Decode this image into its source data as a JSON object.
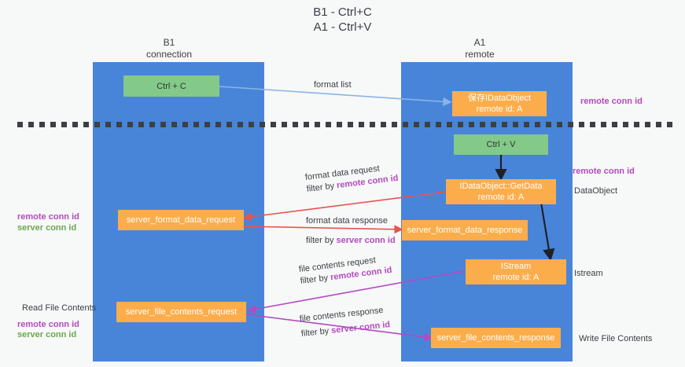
{
  "title": {
    "line1": "B1 - Ctrl+C",
    "line2": "A1 - Ctrl+V"
  },
  "columns": [
    {
      "name": "B1",
      "role": "connection"
    },
    {
      "name": "A1",
      "role": "remote"
    }
  ],
  "boxes": {
    "ctrl_c": {
      "label": "Ctrl + C"
    },
    "ctrl_v": {
      "label": "Ctrl + V"
    },
    "save_idataobject": {
      "line1": "保存IDataObject",
      "line2": "remote id: A"
    },
    "getdata": {
      "line1": "IDataObject::GetData",
      "line2": "remote id: A"
    },
    "istream": {
      "line1": "IStream",
      "line2": "remote id: A"
    },
    "server_format_data_request": {
      "label": "server_format_data_request"
    },
    "server_format_data_response": {
      "label": "server_format_data_response"
    },
    "server_file_contents_request": {
      "label": "server_file_contents_request"
    },
    "server_file_contents_response": {
      "label": "server_file_contents_response"
    }
  },
  "flows": {
    "format_list": {
      "label": "format list"
    },
    "format_data_request": {
      "line1": "format data request",
      "filter_prefix": "filter by ",
      "filter_key": "remote conn id"
    },
    "format_data_response": {
      "line1": "format data response",
      "filter_prefix": "filter by ",
      "filter_key": "server conn id"
    },
    "file_contents_request": {
      "line1": "file contents request",
      "filter_prefix": "filter by ",
      "filter_key": "remote conn id"
    },
    "file_contents_response": {
      "line1": "file contents response",
      "filter_prefix": "filter by ",
      "filter_key": "server conn id"
    }
  },
  "annotations": {
    "right_remote_conn_id_top": "remote conn id",
    "right_remote_conn_id_mid": "remote conn id",
    "right_dataobject": "DataObject",
    "right_istream": "Istream",
    "right_write_file_contents": "Write File Contents",
    "left_remote_conn_id_mid": "remote conn id",
    "left_server_conn_id_mid": "server conn id",
    "left_read_file_contents": "Read File Contents",
    "left_remote_conn_id_bottom": "remote conn id",
    "left_server_conn_id_bottom": "server conn id"
  },
  "colors": {
    "lane": "#4885d9",
    "box_orange": "#fbad4b",
    "box_green": "#83c98a",
    "accent_purple": "#b44ac0",
    "accent_green": "#6aa84f",
    "arrow_red": "#e8534f",
    "arrow_blue": "#8ab4e8",
    "arrow_dark": "#202124",
    "background": "#f7f8f8"
  }
}
